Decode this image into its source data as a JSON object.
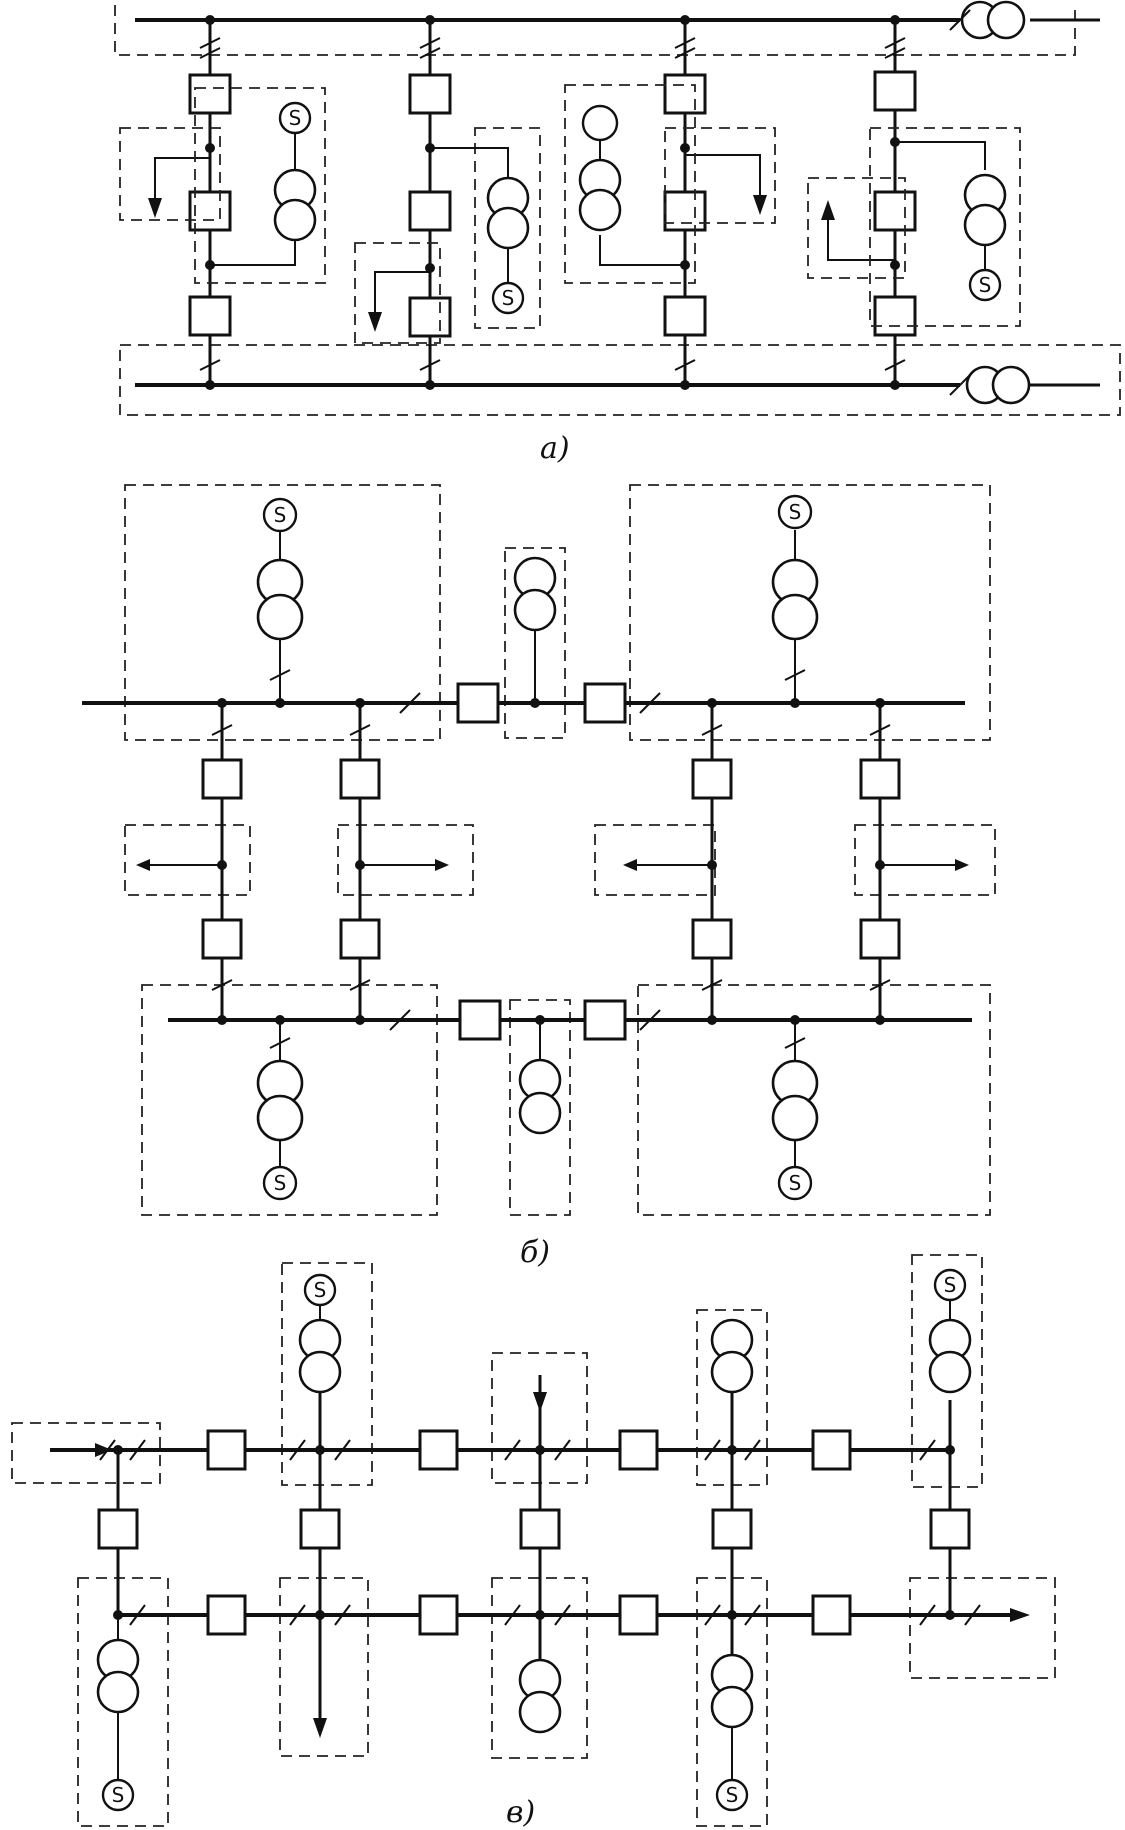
{
  "diagrams": [
    {
      "id": "a",
      "caption": "а)"
    },
    {
      "id": "b",
      "caption": "б)"
    },
    {
      "id": "v",
      "caption": "в)"
    }
  ],
  "icons": {
    "generator": "generator-icon",
    "transformer": "transformer-icon",
    "breaker": "breaker-icon",
    "arrow": "arrow-icon"
  },
  "colors": {
    "ink": "#111111",
    "paper": "#ffffff"
  }
}
